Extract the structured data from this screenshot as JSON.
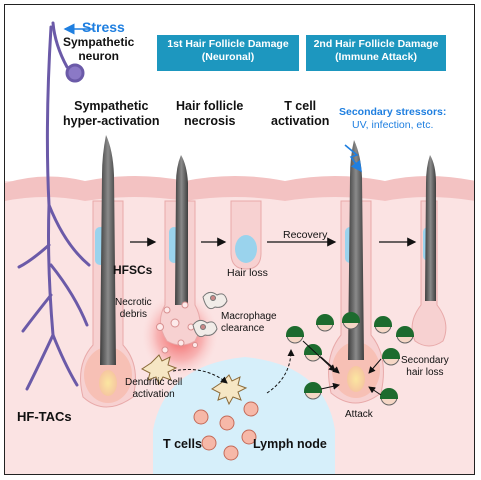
{
  "labels": {
    "stress": "Stress",
    "neuron": [
      "Sympathetic",
      "neuron"
    ],
    "box1": [
      "1st Hair Follicle Damage",
      "(Neuronal)"
    ],
    "box2": [
      "2nd Hair Follicle Damage",
      "(Immune Attack)"
    ],
    "stage1": [
      "Sympathetic",
      "hyper-activation"
    ],
    "stage2": [
      "Hair follicle",
      "necrosis"
    ],
    "stage3": [
      "T cell",
      "activation"
    ],
    "secondary": [
      "Secondary stressors:",
      "UV, infection, etc."
    ],
    "hfscs": "HFSCs",
    "hair_loss": "Hair loss",
    "recovery": "Recovery",
    "necrotic": [
      "Necrotic",
      "debris"
    ],
    "macrophage": [
      "Macrophage",
      "clearance"
    ],
    "dendritic": [
      "Dendritic cell",
      "activation"
    ],
    "secondary_loss": [
      "Secondary",
      "hair loss"
    ],
    "attack": "Attack",
    "hftacs": "HF-TACs",
    "tcells": "T cells",
    "lymph": "Lymph node"
  },
  "colors": {
    "skin": "#f9dede",
    "skin_band": "#f4c7c7",
    "neuron": "#6b5aa8",
    "header_box": "#1d97bf",
    "blue_text": "#1f7fe0",
    "lymph": "#d9f0fb",
    "hair": "#555555",
    "stem_cells": "#8fd3ef",
    "tcell_helmet": "#1d6b2e",
    "inflammation": "#f26a6a"
  },
  "icons": [
    "arrow-icon",
    "lightning-icon",
    "helmet-icon"
  ]
}
